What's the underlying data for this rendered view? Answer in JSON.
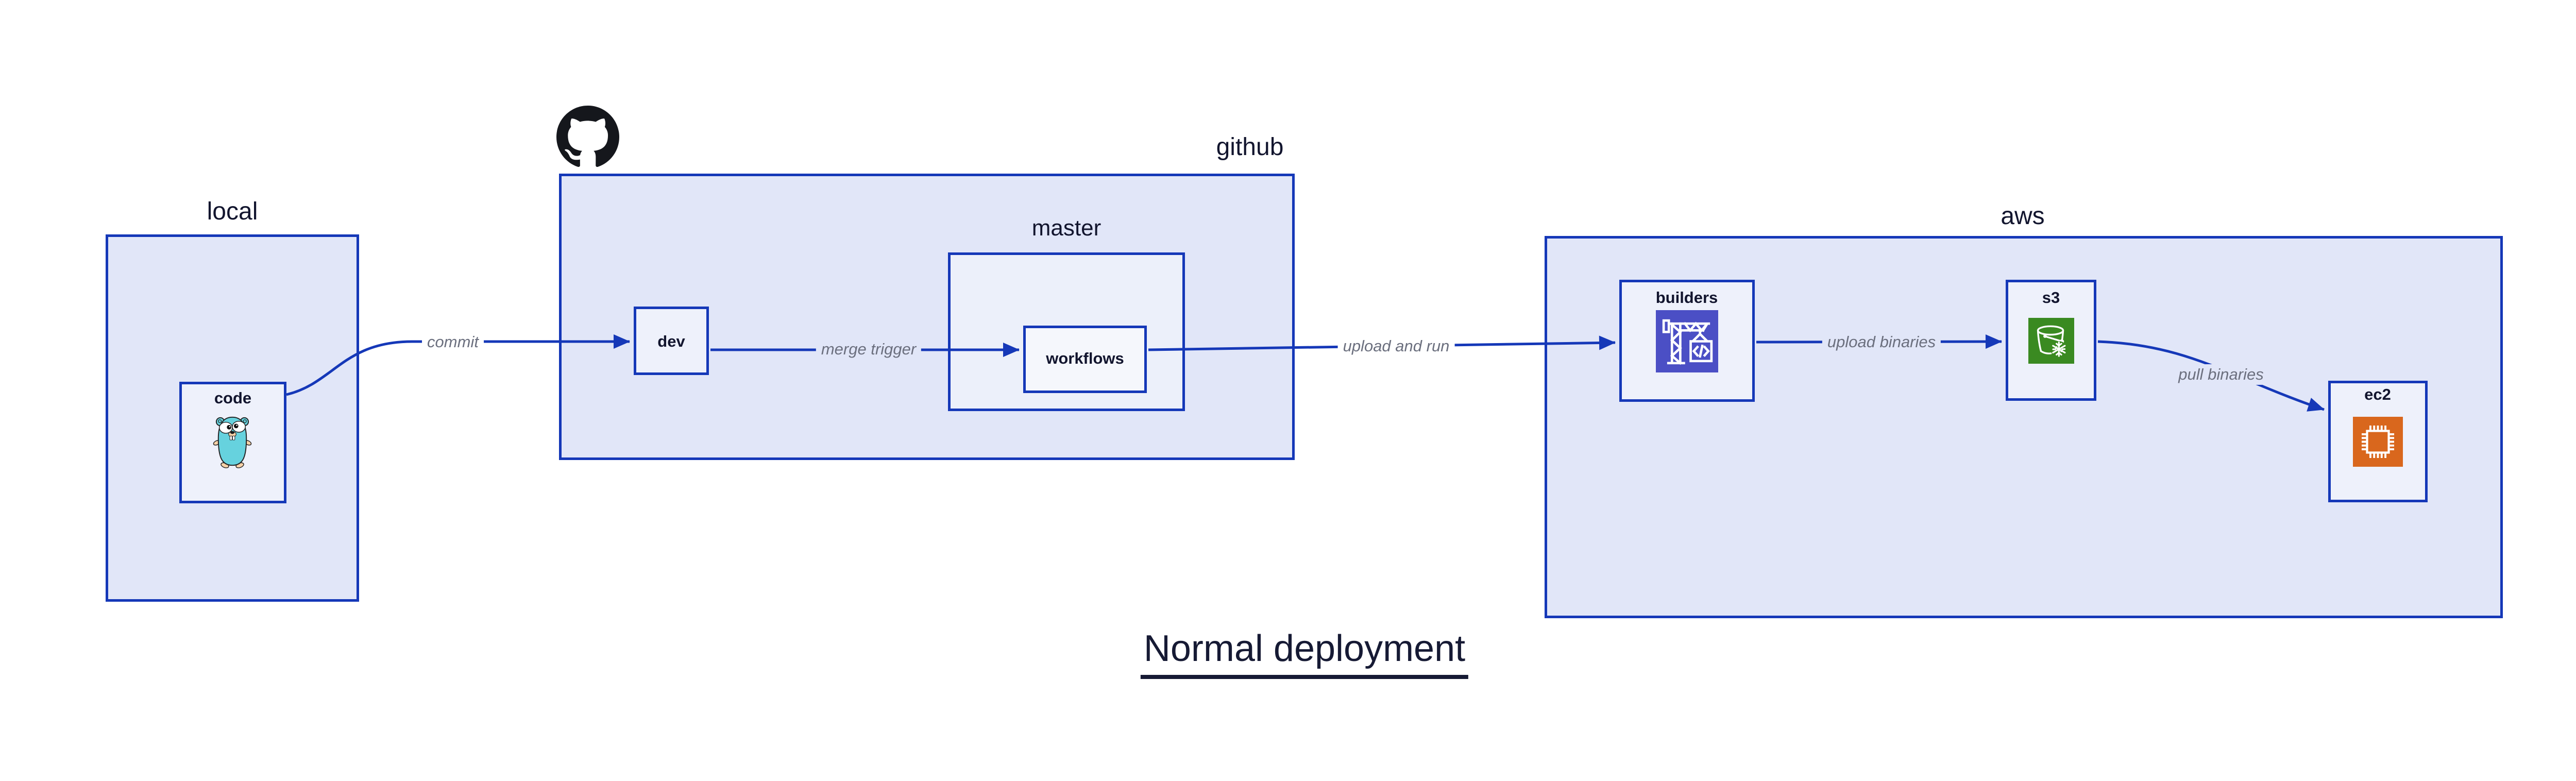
{
  "title": {
    "text": "Normal deployment"
  },
  "regions": [
    {
      "id": "local",
      "label": "local"
    },
    {
      "id": "github",
      "label": "github"
    },
    {
      "id": "aws",
      "label": "aws"
    }
  ],
  "nodes": [
    {
      "id": "code",
      "label": "code",
      "icon": "go-gopher-icon",
      "region": "local"
    },
    {
      "id": "dev",
      "label": "dev",
      "icon": null,
      "region": "github"
    },
    {
      "id": "master",
      "label": "master",
      "icon": null,
      "region": "github"
    },
    {
      "id": "workflows",
      "label": "workflows",
      "icon": null,
      "region": "github.master"
    },
    {
      "id": "builders",
      "label": "builders",
      "icon": "aws-codebuild-icon",
      "region": "aws"
    },
    {
      "id": "s3",
      "label": "s3",
      "icon": "aws-s3-glacier-icon",
      "region": "aws"
    },
    {
      "id": "ec2",
      "label": "ec2",
      "icon": "aws-ec2-icon",
      "region": "aws"
    }
  ],
  "edges": [
    {
      "from": "code",
      "to": "dev",
      "label": "commit"
    },
    {
      "from": "dev",
      "to": "workflows",
      "label": "merge trigger"
    },
    {
      "from": "workflows",
      "to": "builders",
      "label": "upload and run"
    },
    {
      "from": "builders",
      "to": "s3",
      "label": "upload binaries"
    },
    {
      "from": "s3",
      "to": "ec2",
      "label": "pull binaries"
    }
  ],
  "icons": [
    "github-octocat-icon",
    "go-gopher-icon",
    "aws-codebuild-icon",
    "aws-s3-glacier-icon",
    "aws-ec2-icon"
  ],
  "palette": {
    "accent_blue": "#1538b8",
    "region_fill": "#e1e6f8",
    "node_fill": "#eef1fb",
    "master_fill": "#ecf0fa",
    "workflows_fill": "#f5f7fc",
    "edge_label_gray": "#6b6f7e",
    "text_navy": "#12152e",
    "codebuild_purple": "#4b4fc5",
    "s3_green": "#3a8a21",
    "ec2_orange": "#d9671d",
    "gopher_teal": "#66d2de",
    "gopher_skin": "#f6d1a7",
    "octocat_black": "#15171c"
  }
}
